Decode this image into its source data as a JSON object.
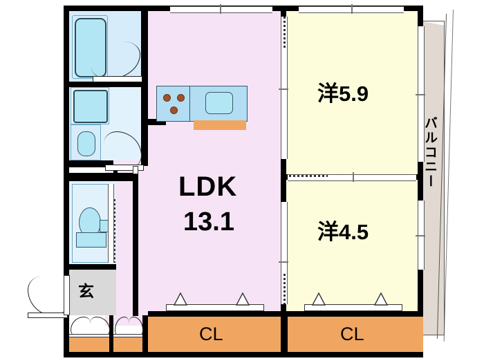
{
  "plan": {
    "type": "japanese-apartment-floor-plan",
    "layout_name": "2LDK"
  },
  "rooms": [
    {
      "id": "ldk",
      "label": "LDK",
      "size": "13.1",
      "unit": "tatami",
      "floor_color": "#f6e4f6"
    },
    {
      "id": "washitsu1",
      "label": "洋5.9",
      "size": "5.9",
      "unit": "tatami",
      "floor_color": "#fdfddc"
    },
    {
      "id": "washitsu2",
      "label": "洋4.5",
      "size": "4.5",
      "unit": "tatami",
      "floor_color": "#fdfddc"
    },
    {
      "id": "genkan",
      "label": "玄",
      "floor_color": "#d9d9d9"
    },
    {
      "id": "balcony",
      "label": "バルコニー",
      "floor_color": "#e1d9d1"
    }
  ],
  "labels": {
    "ldk_name": "LDK",
    "ldk_size": "13.1",
    "room_upper": "洋5.9",
    "room_lower": "洋4.5",
    "genkan": "玄",
    "balcony": "バルコニー",
    "closet_ldk": "CL",
    "closet_room": "CL"
  },
  "fixtures": [
    {
      "name": "bathtub",
      "room": "bathroom"
    },
    {
      "name": "washing-machine-pan",
      "room": "washroom"
    },
    {
      "name": "vanity-sink",
      "room": "washroom"
    },
    {
      "name": "toilet",
      "room": "toilet"
    },
    {
      "name": "gas-stove",
      "room": "kitchen",
      "burners": 3
    },
    {
      "name": "kitchen-sink",
      "room": "kitchen"
    },
    {
      "name": "kitchen-counter",
      "room": "kitchen"
    }
  ],
  "colors": {
    "wall": "#000000",
    "ldk_floor": "#f6e4f6",
    "room_floor": "#fdfddc",
    "wet_floor": "#e2f2fc",
    "bath_floor": "#d6ecfb",
    "tub": "#b3e6f5",
    "closet": "#f0a661",
    "genkan_floor": "#d9d9d9",
    "balcony_floor": "#e1d9d1",
    "counter": "#b2ddf2",
    "burner": "#a0522d",
    "text": "#000000"
  }
}
